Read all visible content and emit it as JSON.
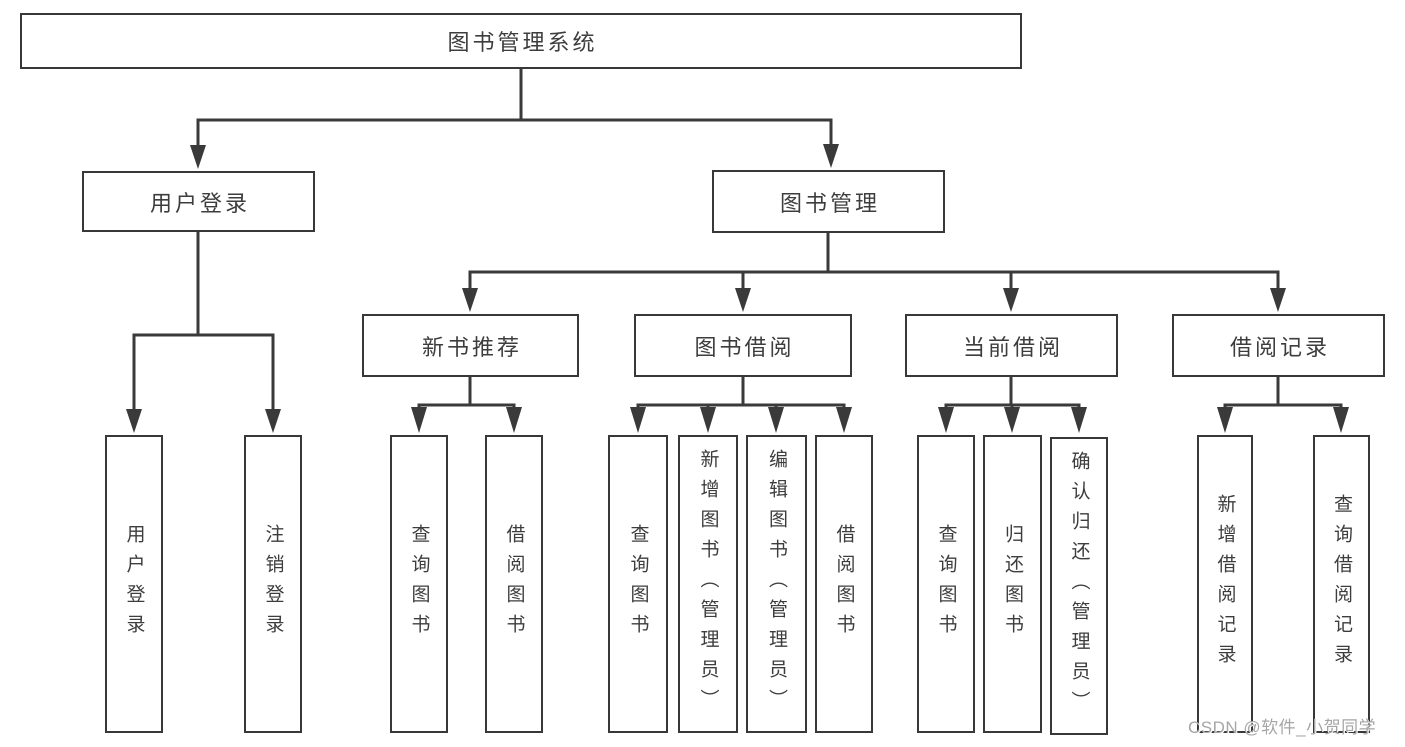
{
  "diagram_title": "图书管理系统",
  "tree": {
    "root": {
      "label": "图书管理系统",
      "children": [
        {
          "label": "用户登录",
          "children": [
            {
              "label": "用户登录"
            },
            {
              "label": "注销登录"
            }
          ]
        },
        {
          "label": "图书管理",
          "children": [
            {
              "label": "新书推荐",
              "children": [
                {
                  "label": "查询图书"
                },
                {
                  "label": "借阅图书"
                }
              ]
            },
            {
              "label": "图书借阅",
              "children": [
                {
                  "label": "查询图书"
                },
                {
                  "label": "新增图书（管理员）"
                },
                {
                  "label": "编辑图书（管理员）"
                },
                {
                  "label": "借阅图书"
                }
              ]
            },
            {
              "label": "当前借阅",
              "children": [
                {
                  "label": "查询图书"
                },
                {
                  "label": "归还图书"
                },
                {
                  "label": "确认归还（管理员）"
                }
              ]
            },
            {
              "label": "借阅记录",
              "children": [
                {
                  "label": "新增借阅记录"
                },
                {
                  "label": "查询借阅记录"
                }
              ]
            }
          ]
        }
      ]
    }
  },
  "watermark": {
    "text": "CSDN @软件_小贺同学"
  },
  "colors": {
    "line": "#3a3a3a",
    "box_border": "#383838",
    "text": "#3d3d3d",
    "background": "#ffffff",
    "watermark": "#a6a6a6"
  }
}
